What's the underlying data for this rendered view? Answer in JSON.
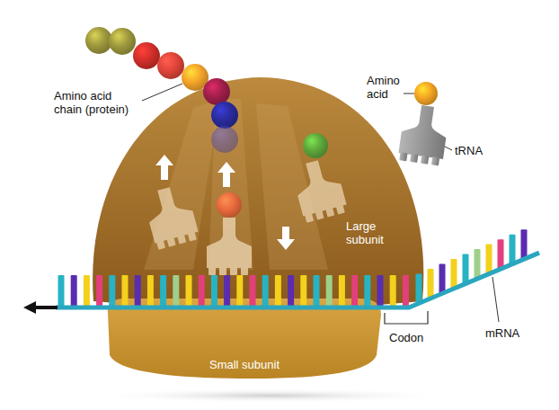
{
  "diagram": {
    "labels": [
      "Amino acid chain (protein)",
      "Amino acid",
      "tRNA",
      "Large subunit",
      "mRNA",
      "Codon",
      "Small subunit"
    ]
  }
}
